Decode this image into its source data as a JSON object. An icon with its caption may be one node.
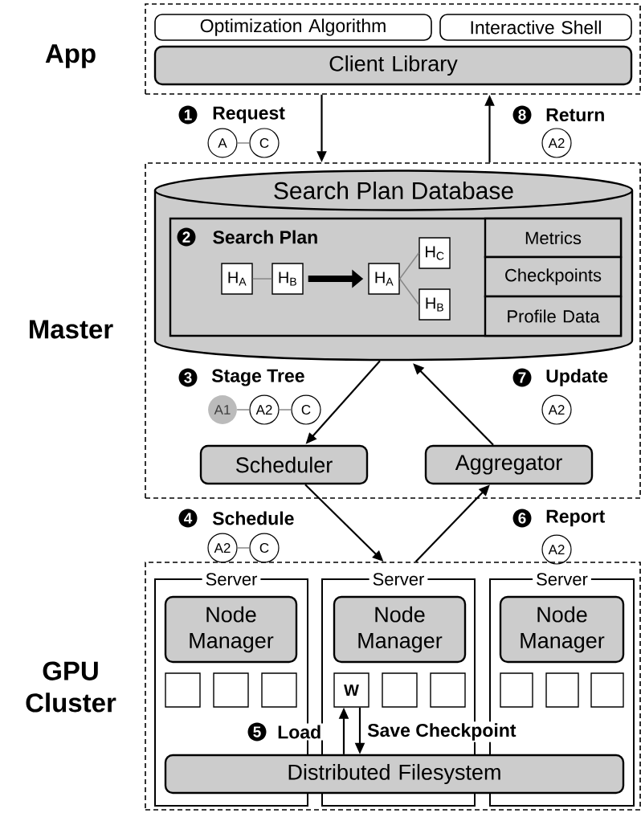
{
  "diagram": {
    "nodes": [
      {
        "text": [
          "App"
        ]
      },
      {
        "text": [
          "Optimization Algorithm"
        ],
        "in": 0
      },
      {
        "text": [
          "Interactive Shell"
        ],
        "in": 0
      },
      {
        "text": [
          "Client Library"
        ],
        "in": 0
      },
      {
        "text": [
          "A"
        ]
      },
      {
        "text": [
          "C"
        ]
      },
      {
        "text": [
          "A2"
        ]
      },
      {
        "text": [
          "Master"
        ]
      },
      {
        "text": [
          "Search Plan Database"
        ],
        "in": 7
      },
      {
        "text": [
          "Search Plan"
        ],
        "in": 8
      },
      {
        "text": [
          "H$_{A}$"
        ],
        "in": 9
      },
      {
        "text": [
          "H$_{B}$"
        ],
        "in": 9
      },
      {
        "text": [
          "H$_{A}$"
        ],
        "in": 9
      },
      {
        "text": [
          "H$_{C}$"
        ],
        "in": 9
      },
      {
        "text": [
          "H$_{B}$"
        ],
        "in": 9
      },
      {
        "text": [
          "Metrics"
        ],
        "in": 9
      },
      {
        "text": [
          "Checkpoints"
        ],
        "in": 9
      },
      {
        "text": [
          "Profile Data"
        ],
        "in": 9
      },
      {
        "text": [
          "A1"
        ],
        "in": 7
      },
      {
        "text": [
          "A2"
        ],
        "in": 7
      },
      {
        "text": [
          "C"
        ],
        "in": 7
      },
      {
        "text": [
          "A2"
        ],
        "in": 7
      },
      {
        "text": [
          "Scheduler"
        ],
        "in": 7
      },
      {
        "text": [
          "Aggregator"
        ],
        "in": 7
      },
      {
        "text": [
          "A2"
        ]
      },
      {
        "text": [
          "C"
        ]
      },
      {
        "text": [
          "A2"
        ]
      },
      {
        "text": [
          "GPU Cluster"
        ]
      },
      {
        "text": [
          "Server"
        ],
        "in": 27
      },
      {
        "text": [
          "Node Manager"
        ],
        "in": 28
      },
      {
        "text": [],
        "shape": "box",
        "in": 28
      },
      {
        "text": [],
        "shape": "box",
        "in": 28
      },
      {
        "text": [],
        "shape": "box",
        "in": 28
      },
      {
        "text": [
          "Server"
        ],
        "in": 27
      },
      {
        "text": [
          "Node Manager"
        ],
        "in": 33
      },
      {
        "text": [
          "W"
        ],
        "in": 33
      },
      {
        "text": [],
        "shape": "box",
        "in": 33
      },
      {
        "text": [],
        "shape": "box",
        "in": 33
      },
      {
        "text": [
          "Server"
        ],
        "in": 27
      },
      {
        "text": [
          "Node Manager"
        ],
        "in": 38
      },
      {
        "text": [],
        "shape": "box",
        "in": 38
      },
      {
        "text": [],
        "shape": "box",
        "in": 38
      },
      {
        "text": [],
        "shape": "box",
        "in": 38
      },
      {
        "text": [
          "Distributed Filesystem"
        ],
        "in": 27
      }
    ],
    "edges": [
      {
        "from": 0,
        "to": 7,
        "arrow": "to",
        "label": "Request"
      },
      {
        "from": 4,
        "to": 5,
        "arrow": "none",
        "color": "#888888"
      },
      {
        "from": 7,
        "to": 0,
        "arrow": "to",
        "label": "Return"
      },
      {
        "from": 10,
        "to": 11,
        "arrow": "none",
        "color": "#888888"
      },
      {
        "from": 11,
        "to": 12,
        "arrow": "to",
        "style": "thick"
      },
      {
        "from": 12,
        "to": 13,
        "arrow": "none",
        "color": "#888888"
      },
      {
        "from": 12,
        "to": 14,
        "arrow": "none",
        "color": "#888888"
      },
      {
        "from": 8,
        "to": 22,
        "arrow": "to",
        "label": "Stage Tree"
      },
      {
        "from": 18,
        "to": 19,
        "arrow": "none",
        "color": "#888888"
      },
      {
        "from": 19,
        "to": 20,
        "arrow": "none",
        "color": "#888888"
      },
      {
        "from": 23,
        "to": 8,
        "arrow": "to",
        "label": "Update"
      },
      {
        "from": 22,
        "to": 27,
        "arrow": "to",
        "label": "Schedule"
      },
      {
        "from": 24,
        "to": 25,
        "arrow": "none",
        "color": "#888888"
      },
      {
        "from": 27,
        "to": 23,
        "arrow": "to",
        "label": "Report"
      },
      {
        "from": 43,
        "to": 35,
        "arrow": "to",
        "label": "Load"
      },
      {
        "from": 35,
        "to": 43,
        "arrow": "to",
        "label": "Save Checkpoint"
      }
    ],
    "labels": [
      "1",
      "8",
      "2",
      "3",
      "7",
      "4",
      "6",
      "5"
    ]
  }
}
